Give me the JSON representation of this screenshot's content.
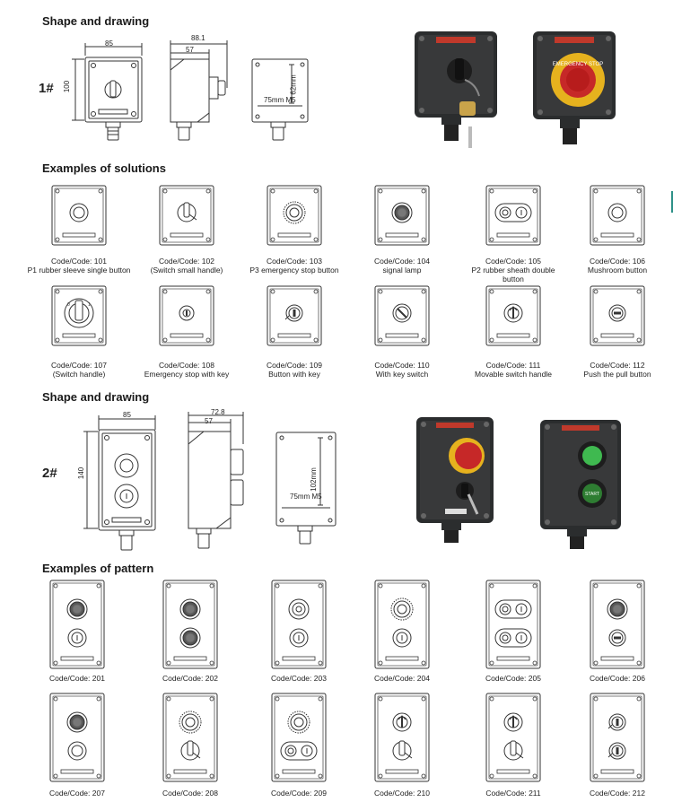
{
  "sections": {
    "shape1": "Shape and drawing",
    "solutions": "Examples of solutions",
    "shape2": "Shape and drawing",
    "pattern": "Examples of pattern"
  },
  "model1": {
    "label": "1#",
    "dims": {
      "w": "85",
      "h": "100",
      "depth": "88.1",
      "depth2": "57",
      "mount_w": "75mm M5",
      "mount_h": "62mm"
    },
    "plate_text": "EMERGENCY STOP"
  },
  "model2": {
    "label": "2#",
    "dims": {
      "w": "85",
      "h": "140",
      "depth": "72.8",
      "depth2": "57",
      "mount_w": "75mm M5",
      "mount_h": "102mm"
    },
    "plate_text": "START"
  },
  "solutions": [
    {
      "code": "Code/Code: 101",
      "desc": "P1 rubber sleeve single button",
      "icon": "plain"
    },
    {
      "code": "Code/Code: 102",
      "desc": "(Switch small handle)",
      "icon": "switch"
    },
    {
      "code": "Code/Code: 103",
      "desc": "P3 emergency stop button",
      "icon": "estop"
    },
    {
      "code": "Code/Code: 104",
      "desc": "signal lamp",
      "icon": "lamp"
    },
    {
      "code": "Code/Code: 105",
      "desc": "P2 rubber   sheath double button",
      "icon": "double"
    },
    {
      "code": "Code/Code: 106",
      "desc": "Mushroom button",
      "icon": "plain"
    },
    {
      "code": "Code/Code: 107",
      "desc": "(Switch handle)",
      "icon": "bigswitch"
    },
    {
      "code": "Code/Code: 108",
      "desc": "Emergency stop with key",
      "icon": "key"
    },
    {
      "code": "Code/Code: 109",
      "desc": "Button with key",
      "icon": "keybtn"
    },
    {
      "code": "Code/Code: 110",
      "desc": "With key switch",
      "icon": "keyswitch"
    },
    {
      "code": "Code/Code: 111",
      "desc": "Movable switch handle",
      "icon": "movable"
    },
    {
      "code": "Code/Code: 112",
      "desc": "Push the pull button",
      "icon": "pull"
    }
  ],
  "patterns": [
    {
      "code": "Code/Code: 201",
      "top": "lamp",
      "bottom": "btn1"
    },
    {
      "code": "Code/Code: 202",
      "top": "lamp",
      "bottom": "lamp"
    },
    {
      "code": "Code/Code: 203",
      "top": "ring",
      "bottom": "btn1"
    },
    {
      "code": "Code/Code: 204",
      "top": "estop",
      "bottom": "btn1"
    },
    {
      "code": "Code/Code: 205",
      "top": "double",
      "bottom": "double"
    },
    {
      "code": "Code/Code: 206",
      "top": "lamp",
      "bottom": "pull"
    },
    {
      "code": "Code/Code: 207",
      "top": "lamp",
      "bottom": "plain"
    },
    {
      "code": "Code/Code: 208",
      "top": "estop",
      "bottom": "switch"
    },
    {
      "code": "Code/Code: 209",
      "top": "estop",
      "bottom": "double"
    },
    {
      "code": "Code/Code: 210",
      "top": "movable",
      "bottom": "switch"
    },
    {
      "code": "Code/Code: 211",
      "top": "movable",
      "bottom": "switch"
    },
    {
      "code": "Code/Code: 212",
      "top": "keybtn",
      "bottom": "keybtn"
    }
  ]
}
